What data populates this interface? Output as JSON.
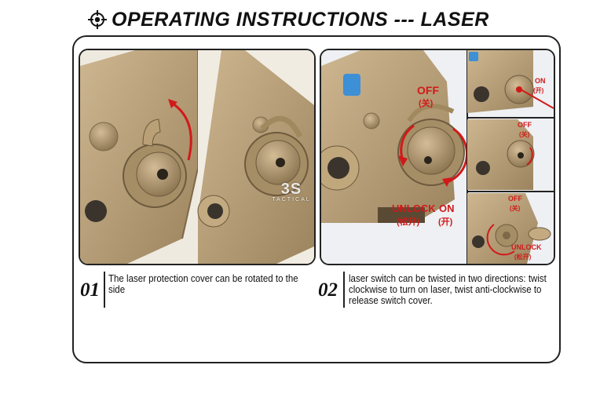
{
  "header": {
    "title": "OPERATING INSTRUCTIONS --- LASER"
  },
  "colors": {
    "tan": "#b49a73",
    "tan_dark": "#8a734f",
    "tan_light": "#cdb690",
    "arrow_red": "#d21919",
    "outline": "#222222",
    "blue_button": "#3d8fd6"
  },
  "watermark": {
    "main": "3S",
    "sub": "TACTICAL"
  },
  "steps": [
    {
      "number": "01",
      "text": "The laser protection cover can be rotated to the side"
    },
    {
      "number": "02",
      "text": "laser switch can be twisted in two directions: twist clockwise to turn on laser, twist anti-clockwise to release switch cover."
    }
  ],
  "labels": {
    "off": "OFF",
    "off_cn": "(关)",
    "unlock": "UNLOCK",
    "unlock_cn": "(松开)",
    "on": "ON",
    "on_cn": "(开)"
  },
  "icons": {
    "header": "crosshair-icon"
  }
}
